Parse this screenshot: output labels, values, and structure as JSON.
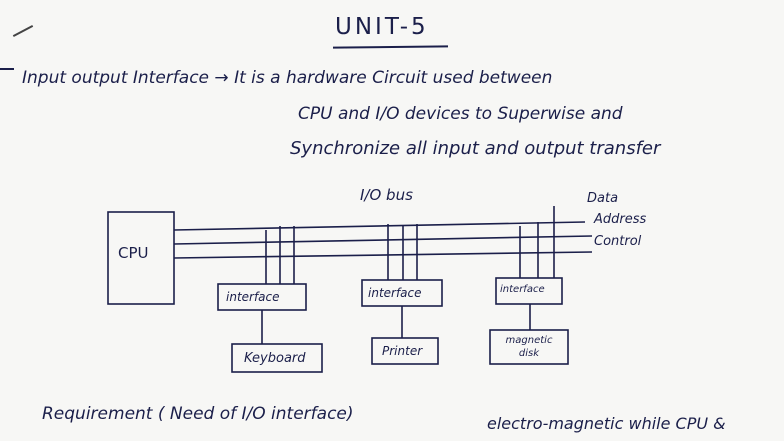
{
  "title": "UNIT-5",
  "definition": {
    "term": "Input output Interface",
    "arrow": "→",
    "line1_rest": "It is a hardware Circuit used between",
    "line2": "CPU and I/O devices to Superwise and",
    "line3": "Synchronize all input and output transfer"
  },
  "diagram": {
    "bus_label": "I/O bus",
    "signals": {
      "data": "Data",
      "address": "Address",
      "control": "Control"
    },
    "cpu_label": "CPU",
    "interfaces": [
      "interface",
      "interface",
      "interface"
    ],
    "devices": [
      "Keyboard",
      "Printer",
      "magnetic disk"
    ]
  },
  "requirement_heading": "Requirement ( Need of I/O interface)",
  "partial_line": "electro-magnetic while CPU &"
}
